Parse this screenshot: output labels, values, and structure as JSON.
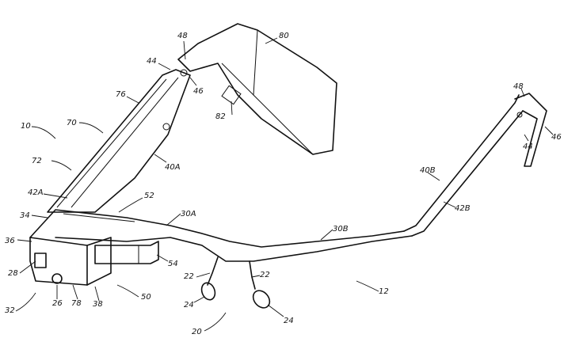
{
  "figure": {
    "labels": {
      "l48a": "48",
      "l80": "80",
      "l44a": "44",
      "l46a": "46",
      "l76": "76",
      "l82": "82",
      "l10": "10",
      "l70": "70",
      "l40A": "40A",
      "l72": "72",
      "l42A": "42A",
      "l52": "52",
      "l30A": "30A",
      "l34": "34",
      "l36": "36",
      "l30B": "30B",
      "l54": "54",
      "l28": "28",
      "l22a": "22",
      "l22b": "22",
      "l24a": "24",
      "l24b": "24",
      "l26": "26",
      "l78": "78",
      "l38": "38",
      "l50": "50",
      "l32": "32",
      "l20": "20",
      "l12": "12",
      "l48b": "48",
      "l44b": "44",
      "l46b": "46",
      "l40B": "40B",
      "l42B": "42B"
    }
  }
}
